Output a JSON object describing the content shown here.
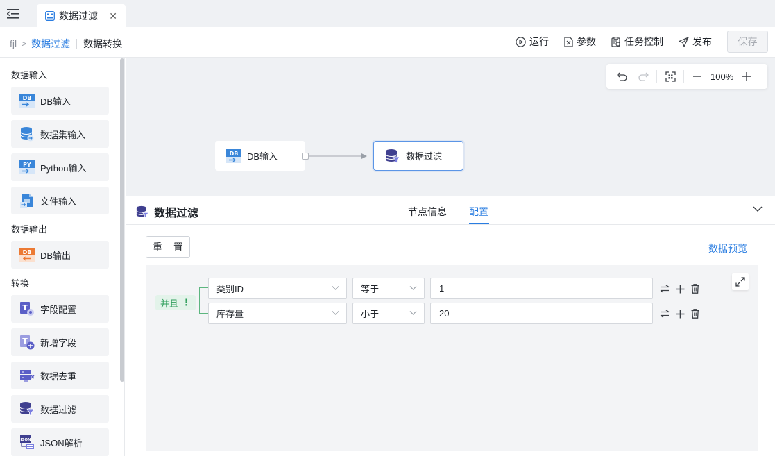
{
  "tabs": {
    "active_tab": {
      "label": "数据过滤"
    }
  },
  "breadcrumb": {
    "root": "fjl",
    "current": "数据过滤",
    "next": "数据转换"
  },
  "actions": {
    "run": "运行",
    "params": "参数",
    "task_control": "任务控制",
    "publish": "发布",
    "save": "保存"
  },
  "sidebar": {
    "sections": [
      {
        "title": "数据输入",
        "items": [
          {
            "label": "DB输入"
          },
          {
            "label": "数据集输入"
          },
          {
            "label": "Python输入"
          },
          {
            "label": "文件输入"
          }
        ]
      },
      {
        "title": "数据输出",
        "items": [
          {
            "label": "DB输出"
          }
        ]
      },
      {
        "title": "转换",
        "items": [
          {
            "label": "字段配置"
          },
          {
            "label": "新增字段"
          },
          {
            "label": "数据去重"
          },
          {
            "label": "数据过滤"
          },
          {
            "label": "JSON解析"
          }
        ]
      }
    ]
  },
  "canvas": {
    "zoom": "100%",
    "nodes": [
      {
        "label": "DB输入"
      },
      {
        "label": "数据过滤"
      }
    ]
  },
  "panel": {
    "title": "数据过滤",
    "tabs": [
      {
        "label": "节点信息"
      },
      {
        "label": "配置"
      }
    ],
    "active_tab": "配置",
    "reset_label": "重 置",
    "preview_label": "数据预览",
    "logic_label": "并且",
    "conditions": [
      {
        "field": "类别ID",
        "operator": "等于",
        "value": "1"
      },
      {
        "field": "库存量",
        "operator": "小于",
        "value": "20"
      }
    ]
  },
  "colors": {
    "accent": "#2a7de1",
    "logic_green": "#2e9e5b",
    "canvas_bg": "#eff1f4",
    "db_blue": "#3a86d9",
    "db_orange": "#ec7a34",
    "icon_purple": "#5b5fc7"
  },
  "icons": [
    "menu-fold-icon",
    "filter-tab-icon",
    "close-icon",
    "play-icon",
    "excel-icon",
    "task-control-icon",
    "send-icon",
    "db-input-icon",
    "dataset-icon",
    "python-icon",
    "file-icon",
    "db-output-icon",
    "field-config-icon",
    "add-field-icon",
    "dedup-icon",
    "filter-icon",
    "json-icon",
    "undo-icon",
    "redo-icon",
    "fit-icon",
    "zoom-out-icon",
    "zoom-in-icon",
    "chevron-down-icon",
    "swap-icon",
    "plus-icon",
    "trash-icon",
    "expand-icon"
  ]
}
